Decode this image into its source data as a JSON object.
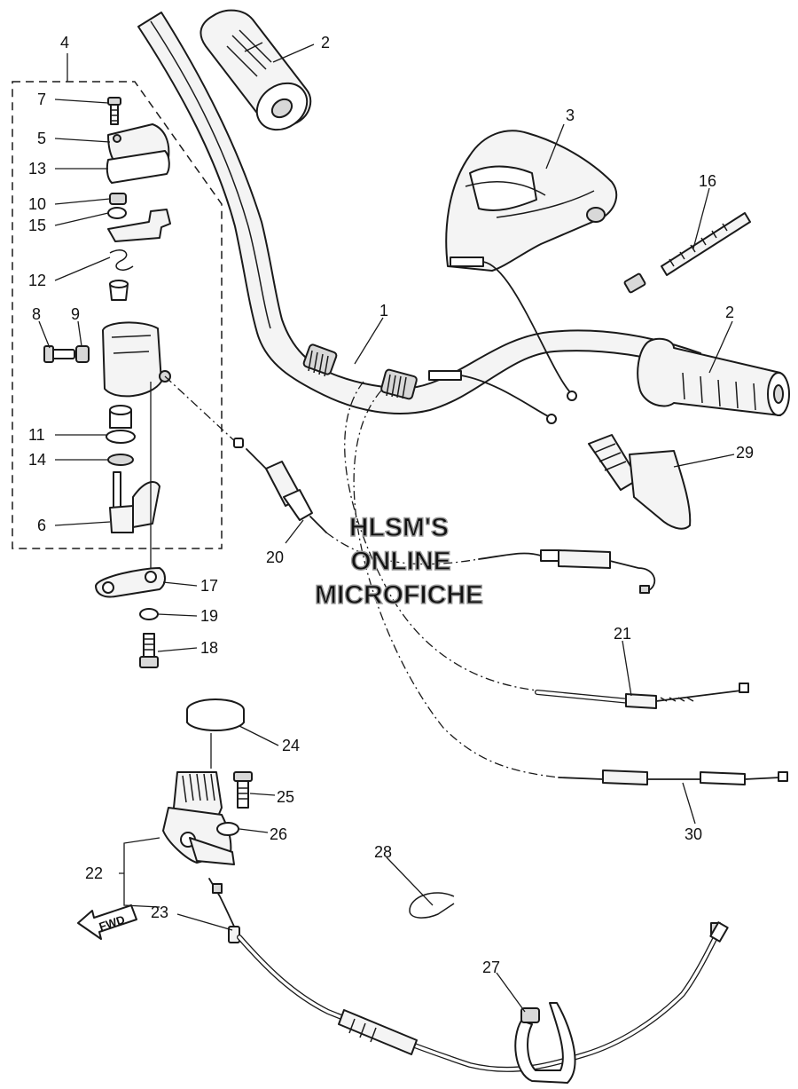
{
  "diagram": {
    "callouts": {
      "n1": "1",
      "n2a": "2",
      "n2b": "2",
      "n3": "3",
      "n4": "4",
      "n5": "5",
      "n6": "6",
      "n7": "7",
      "n8": "8",
      "n9": "9",
      "n10": "10",
      "n11": "11",
      "n12": "12",
      "n13": "13",
      "n14": "14",
      "n15": "15",
      "n16": "16",
      "n17": "17",
      "n18": "18",
      "n19": "19",
      "n20": "20",
      "n21": "21",
      "n22": "22",
      "n23": "23",
      "n24": "24",
      "n25": "25",
      "n26": "26",
      "n27": "27",
      "n28": "28",
      "n29": "29",
      "n30": "30"
    },
    "watermark": {
      "line1": "HLSM'S",
      "line2": "ONLINE",
      "line3": "MICROFICHE"
    },
    "fwd_label": "FWD"
  }
}
